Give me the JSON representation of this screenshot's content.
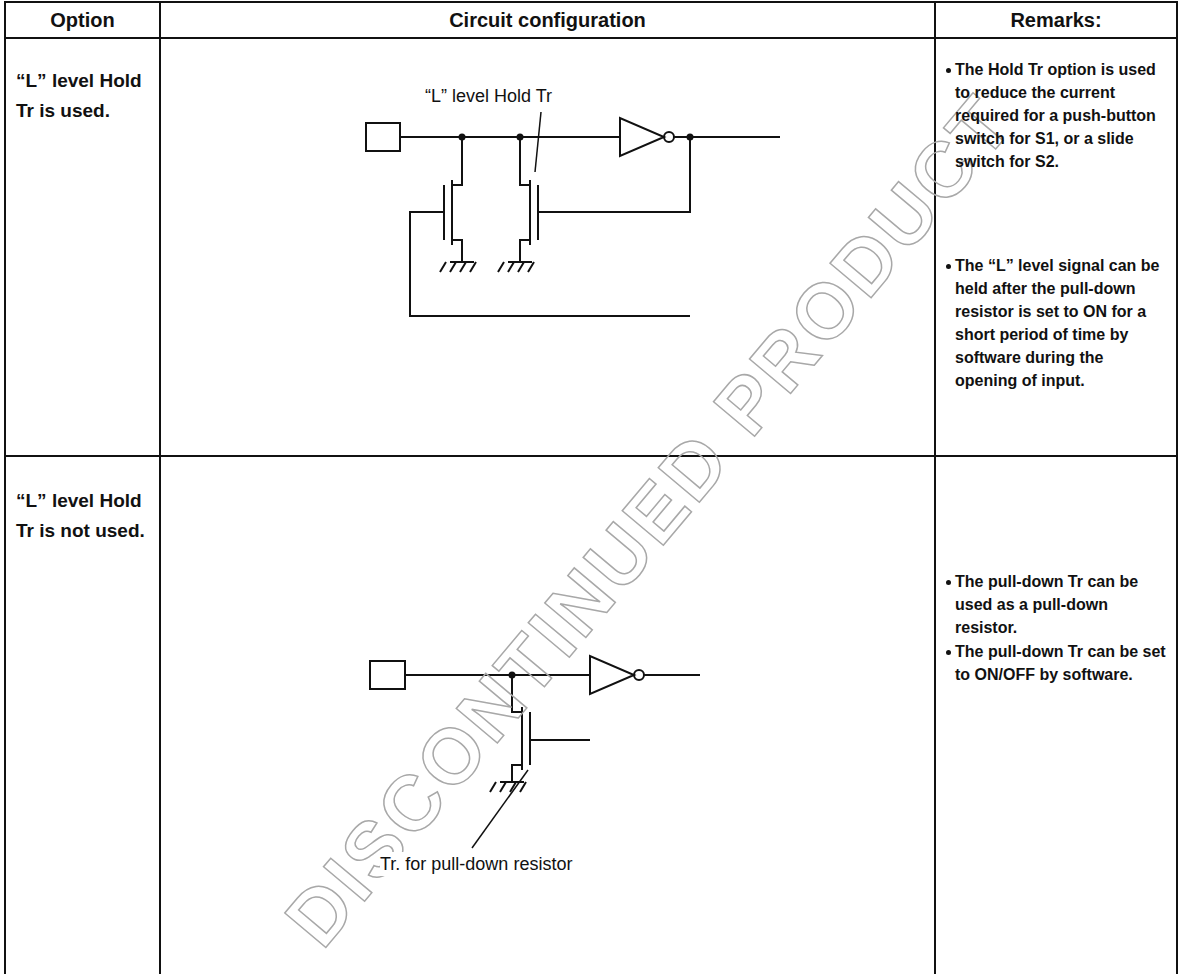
{
  "diagram": {
    "labels": [
      "Option",
      "Circuit configuration",
      "Remarks:",
      "“L” level Hold Tr is used.",
      "“L” level Hold Tr",
      "The Hold Tr option is used to reduce the current required for a push-button switch for S1, or a slide switch for S2.",
      "The “L” level signal can be held after the pull-down resistor is set to ON for a short period of time by software during the opening of input.",
      "“L” level Hold Tr is not used.",
      "Tr. for pull-down resistor",
      "The pull-down Tr can be used as a pull-down resistor.",
      "The pull-down Tr can be set to ON/OFF by software.",
      "DISCONTINUED PRODUCT"
    ]
  }
}
